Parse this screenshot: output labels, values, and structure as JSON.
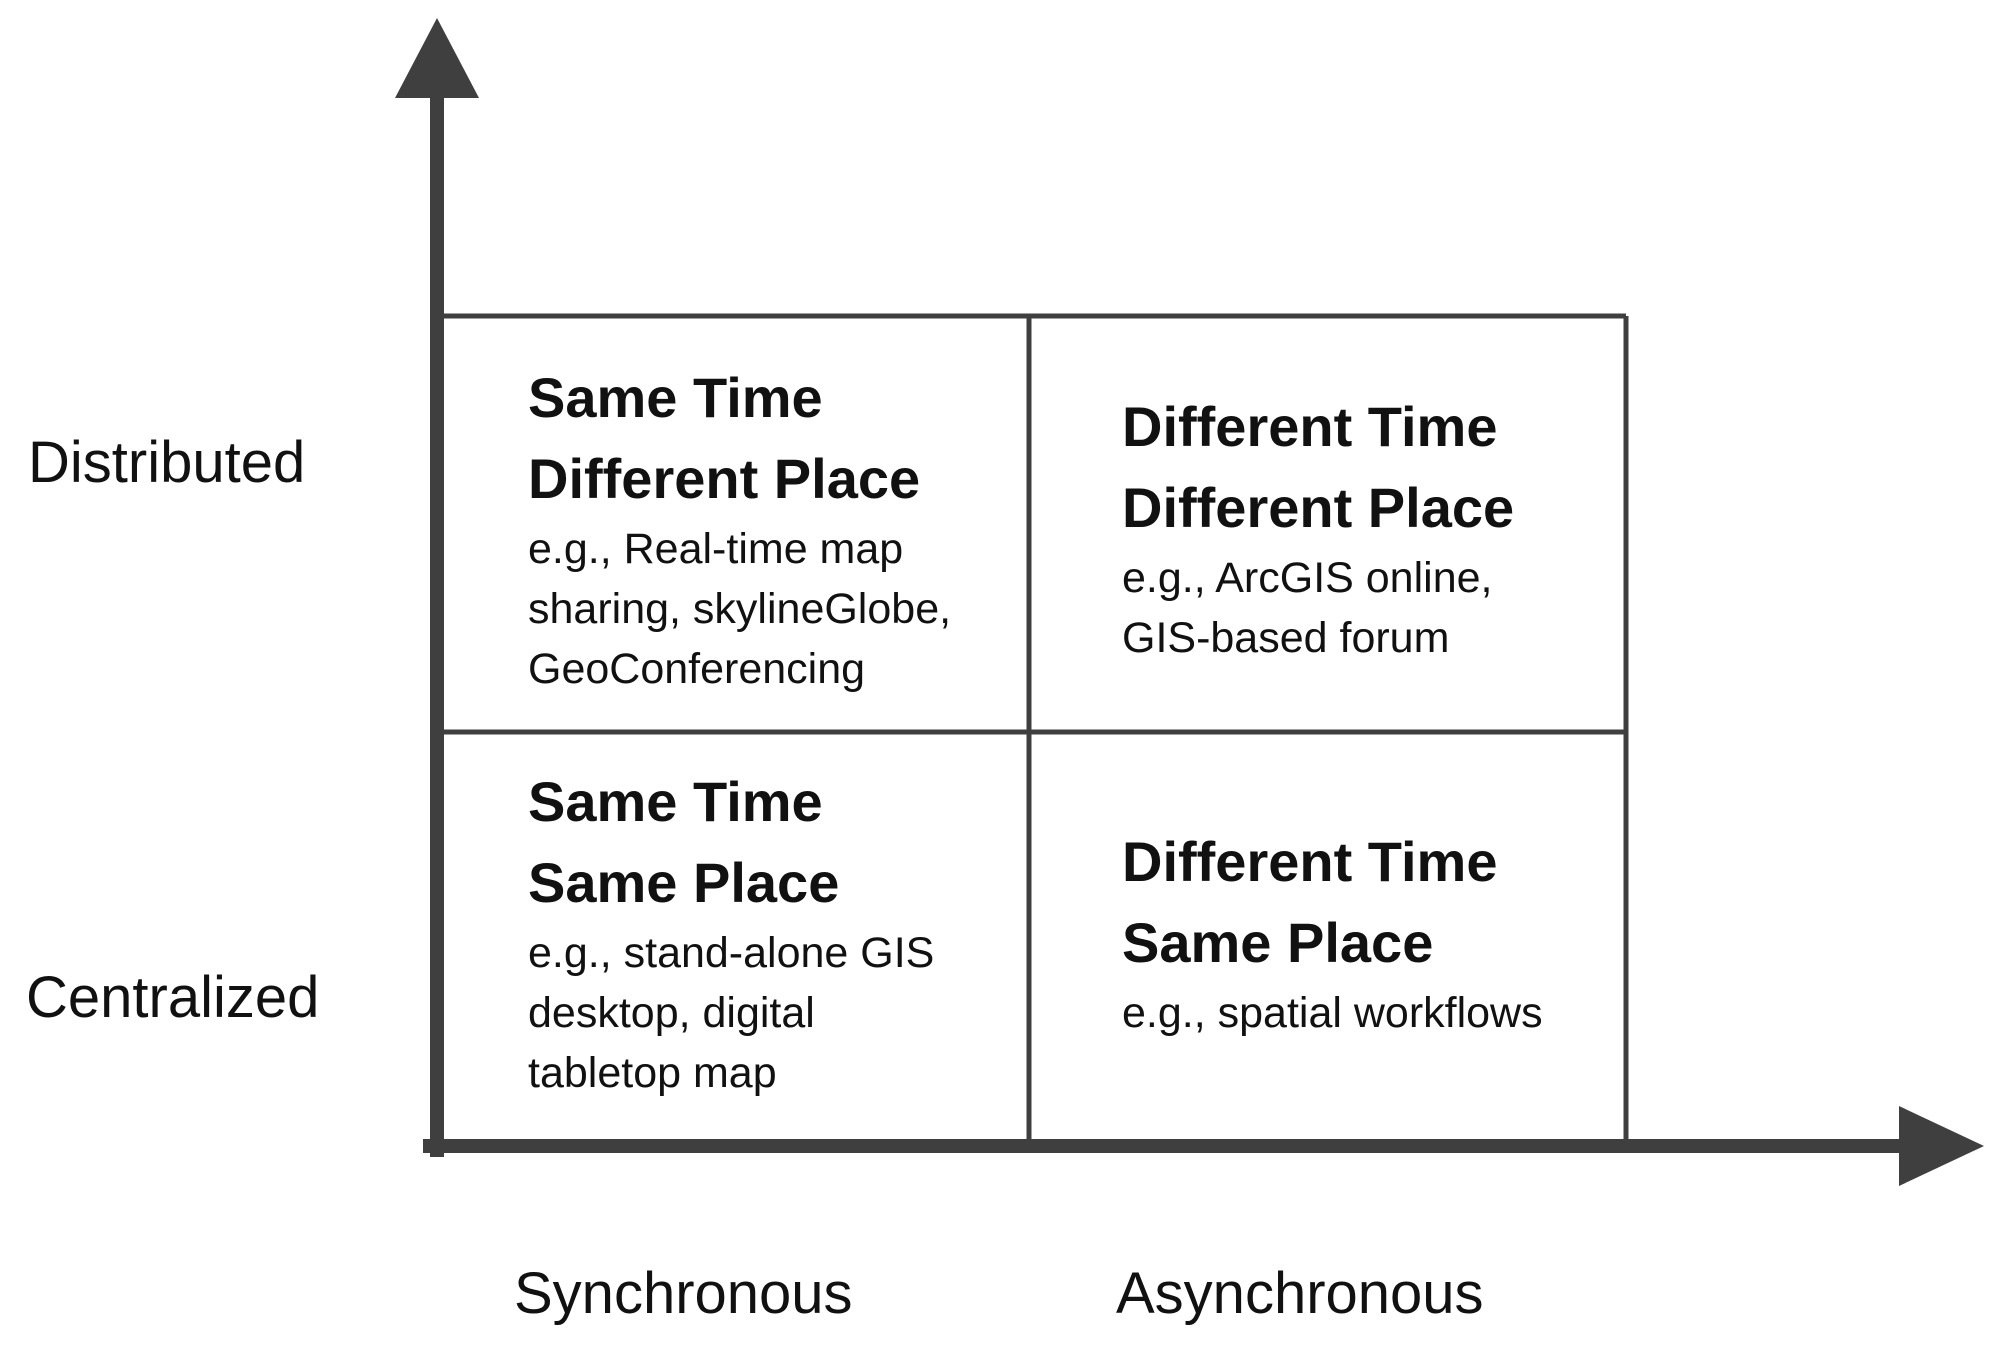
{
  "y_axis": {
    "labels": [
      "Distributed",
      "Centralized"
    ]
  },
  "x_axis": {
    "labels": [
      "Synchronous",
      "Asynchronous"
    ]
  },
  "cells": {
    "top_left": {
      "title_line1": "Same Time",
      "title_line2": "Different Place",
      "example_lines": [
        "e.g., Real-time map",
        "sharing, skylineGlobe,",
        "GeoConferencing"
      ]
    },
    "top_right": {
      "title_line1": "Different Time",
      "title_line2": "Different Place",
      "example_lines": [
        "e.g., ArcGIS online,",
        "GIS-based forum"
      ]
    },
    "bottom_left": {
      "title_line1": "Same Time",
      "title_line2": "Same Place",
      "example_lines": [
        "e.g., stand-alone GIS",
        "desktop, digital",
        "tabletop map"
      ]
    },
    "bottom_right": {
      "title_line1": "Different Time",
      "title_line2": "Same Place",
      "example_lines": [
        "e.g., spatial workflows"
      ]
    }
  },
  "colors": {
    "axis": "#3f3f3f",
    "grid": "#3f3f3f",
    "text": "#111111",
    "background": "#ffffff"
  }
}
